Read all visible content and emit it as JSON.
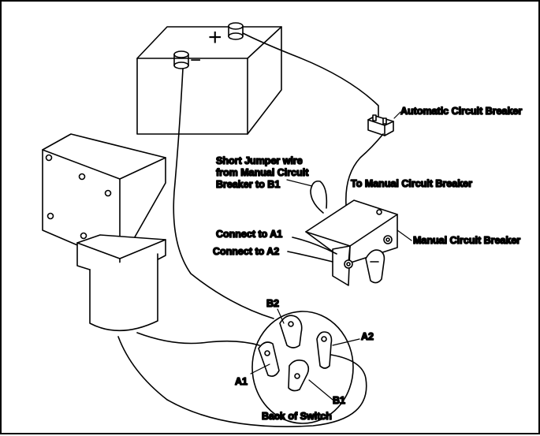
{
  "labels": {
    "auto_breaker": "Automatic Circuit Breaker",
    "jumper_line1": "Short Jumper wire",
    "jumper_line2": "from Manual Circuit",
    "jumper_line3": "Breaker to B1",
    "to_manual": "To Manual Circuit Breaker",
    "connect_a1": "Connect to A1",
    "connect_a2": "Connect to A2",
    "manual_breaker": "Manual Circuit Breaker",
    "b2": "B2",
    "a2": "A2",
    "a1": "A1",
    "b1": "B1",
    "back_of_switch": "Back of Switch",
    "plus_sign": "+",
    "minus_sign": "−"
  },
  "colors": {
    "line": "#000000",
    "fill": "#ffffff"
  }
}
